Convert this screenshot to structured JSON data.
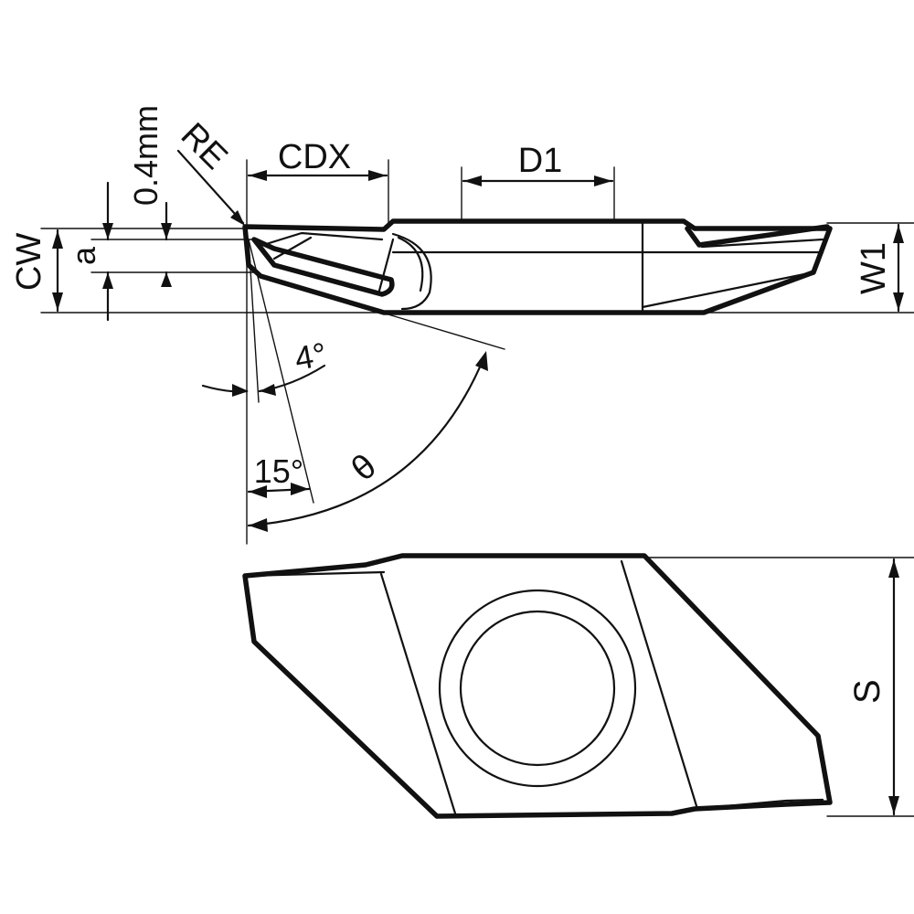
{
  "labels": {
    "re": "RE",
    "cdx": "CDX",
    "d1": "D1",
    "cw": "CW",
    "a": "a",
    "w1": "W1",
    "s": "S",
    "clearance_4": "4°",
    "angle_15": "15°",
    "theta": "θ",
    "dim_04mm": "0.4mm"
  }
}
